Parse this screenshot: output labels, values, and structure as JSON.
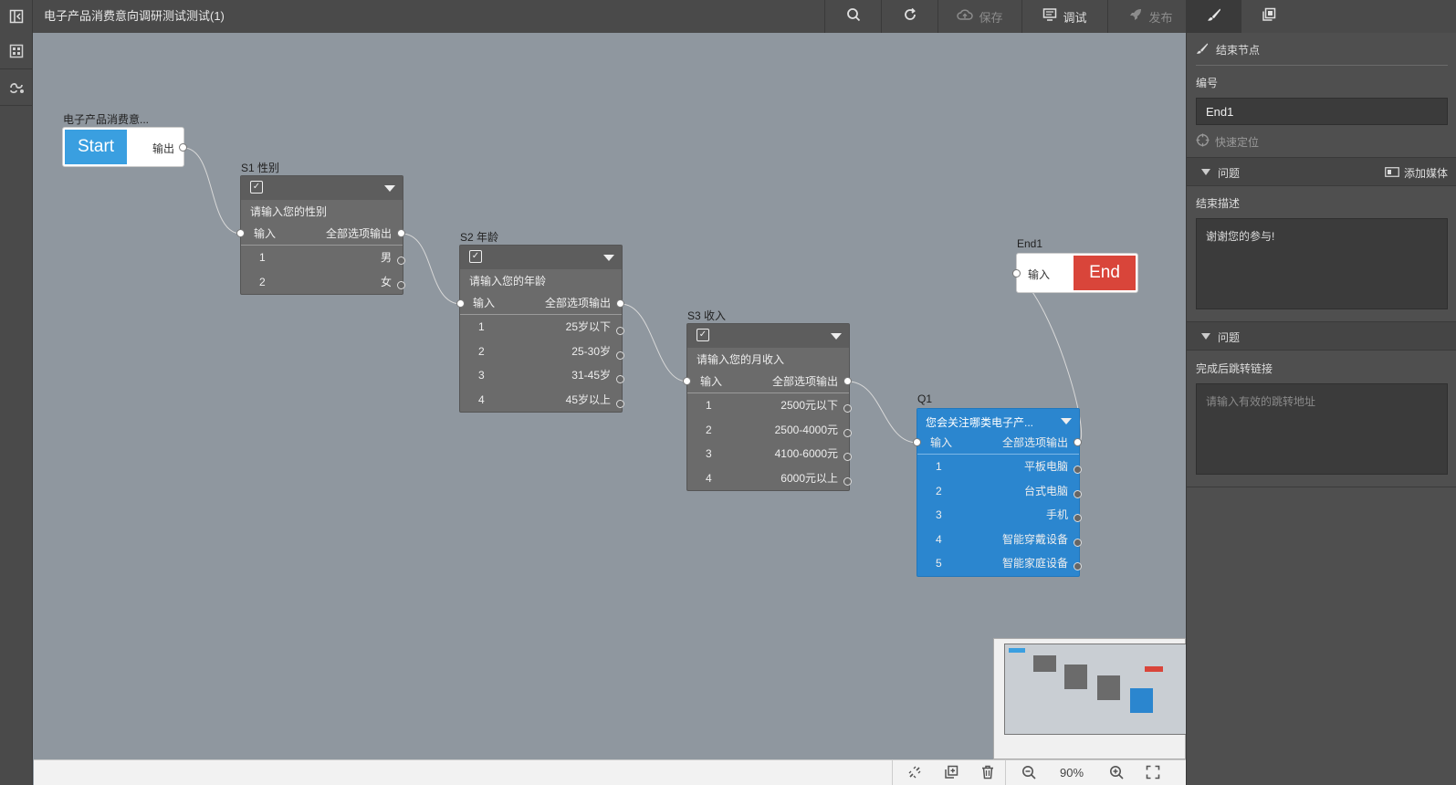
{
  "app": {
    "title": "电子产品消费意向调研测试测试(1)"
  },
  "toolbar": {
    "save_label": "保存",
    "debug_label": "调试",
    "publish_label": "发布"
  },
  "canvas": {
    "start_node": {
      "label": "电子产品消费意...",
      "badge": "Start",
      "output": "输出"
    },
    "end_node": {
      "label": "End1",
      "badge": "End",
      "input": "输入"
    },
    "nodes": [
      {
        "label": "S1 性别",
        "desc": "请输入您的性别",
        "input": "输入",
        "output": "全部选项输出",
        "options": [
          {
            "n": "1",
            "t": "男"
          },
          {
            "n": "2",
            "t": "女"
          }
        ]
      },
      {
        "label": "S2 年龄",
        "desc": "请输入您的年龄",
        "input": "输入",
        "output": "全部选项输出",
        "options": [
          {
            "n": "1",
            "t": "25岁以下"
          },
          {
            "n": "2",
            "t": "25-30岁"
          },
          {
            "n": "3",
            "t": "31-45岁"
          },
          {
            "n": "4",
            "t": "45岁以上"
          }
        ]
      },
      {
        "label": "S3 收入",
        "desc": "请输入您的月收入",
        "input": "输入",
        "output": "全部选项输出",
        "options": [
          {
            "n": "1",
            "t": "2500元以下"
          },
          {
            "n": "2",
            "t": "2500-4000元"
          },
          {
            "n": "3",
            "t": "4100-6000元"
          },
          {
            "n": "4",
            "t": "6000元以上"
          }
        ]
      },
      {
        "label": "Q1",
        "title": "您会关注哪类电子产...",
        "input": "输入",
        "output": "全部选项输出",
        "options": [
          {
            "n": "1",
            "t": "平板电脑"
          },
          {
            "n": "2",
            "t": "台式电脑"
          },
          {
            "n": "3",
            "t": "手机"
          },
          {
            "n": "4",
            "t": "智能穿戴设备"
          },
          {
            "n": "5",
            "t": "智能家庭设备"
          }
        ]
      }
    ]
  },
  "bottombar": {
    "zoom": "90%"
  },
  "panel": {
    "header": "结束节点",
    "id_label": "编号",
    "id_value": "End1",
    "locate_label": "快速定位",
    "section1": "问题",
    "add_media": "添加媒体",
    "desc_label": "结束描述",
    "desc_value": "谢谢您的参与!",
    "section2": "问题",
    "redirect_label": "完成后跳转链接",
    "redirect_placeholder": "请输入有效的跳转地址"
  },
  "colors": {
    "start": "#3a9fe0",
    "end": "#d9453a",
    "q_node": "#2b86cf",
    "s_node": "#6b6b6b",
    "canvas": "#8f979f"
  },
  "icons": {
    "logo": "panel-toggle-icon",
    "search": "search-icon",
    "refresh": "refresh-icon",
    "save": "cloud-upload-icon",
    "debug": "monitor-icon",
    "publish": "rocket-icon",
    "brush": "brush-icon",
    "copy": "copy-icon"
  }
}
